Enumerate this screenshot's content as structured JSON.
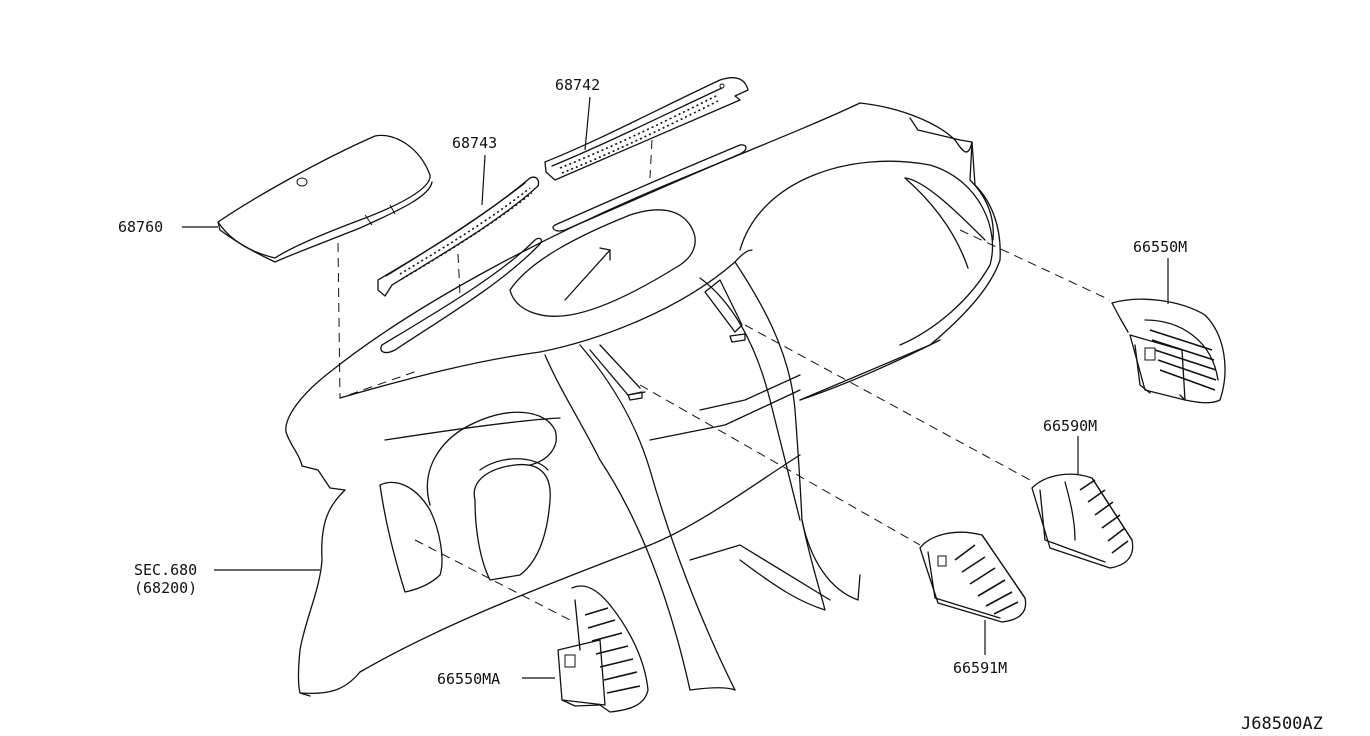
{
  "labels": {
    "p68742": "68742",
    "p68743": "68743",
    "p68760": "68760",
    "p66550M": "66550M",
    "p66590M": "66590M",
    "p66591M": "66591M",
    "p66550MA": "66550MA",
    "sec_line1": "SEC.680",
    "sec_line2": "(68200)"
  },
  "diagram_ref": "J68500AZ"
}
